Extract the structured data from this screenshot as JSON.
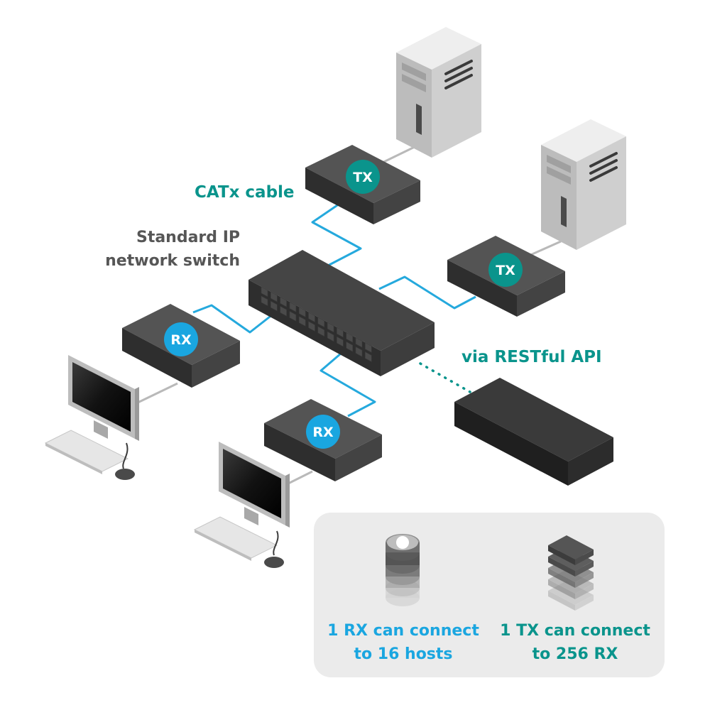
{
  "labels": {
    "catx_cable": "CATx cable",
    "switch_line1": "Standard IP",
    "switch_line2": "network switch",
    "restful_api": "via RESTful API",
    "rx_info_line1": "1 RX can connect",
    "rx_info_line2": "to 16 hosts",
    "tx_info_line1": "1 TX can connect",
    "tx_info_line2": "to  256 RX"
  },
  "devices": {
    "tx_top": "TX",
    "tx_right": "TX",
    "rx_left": "RX",
    "rx_bottom": "RX"
  },
  "colors": {
    "teal": "#0a948c",
    "blue": "#1aa6e0",
    "cable": "#25a9dd",
    "box_top": "#545454",
    "box_dark": "#3a3a3a",
    "panel": "#ebebeb"
  }
}
